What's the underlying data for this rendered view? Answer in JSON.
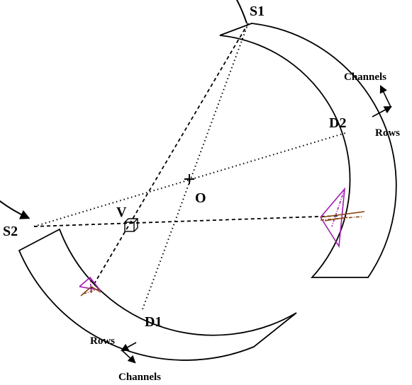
{
  "labels": {
    "s1": "S1",
    "s2": "S2",
    "d1": "D1",
    "d2": "D2",
    "o": "O",
    "v": "V",
    "rows_right": "Rows",
    "channels_right": "Channels",
    "rows_bottom": "Rows",
    "channels_bottom": "Channels"
  },
  "colors": {
    "line": "#000000",
    "magenta": "#a21caf",
    "brown": "#8b4513"
  },
  "icons": {
    "voxel": "cube-icon",
    "detector_pixel": "pyramid-icon"
  }
}
